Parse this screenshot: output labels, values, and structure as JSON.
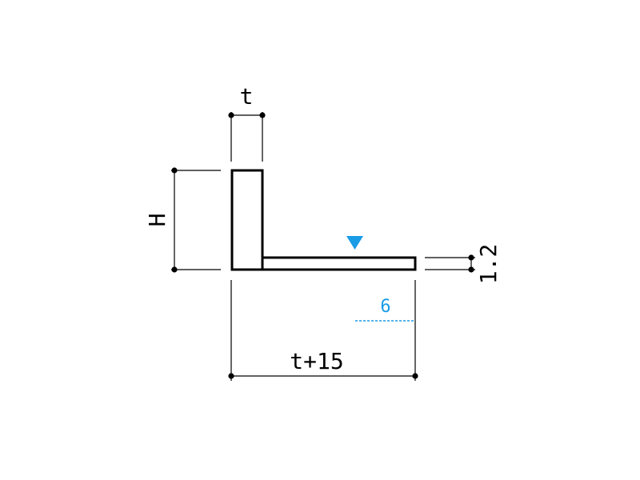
{
  "diagram": {
    "dimensions": {
      "thickness_label": "t",
      "height_label": "H",
      "width_label": "t+15",
      "flange_thickness_label": "1.2",
      "marker_distance_label": "6"
    },
    "colors": {
      "line": "#000000",
      "accent": "#1a9be6",
      "background": "#ffffff"
    }
  }
}
